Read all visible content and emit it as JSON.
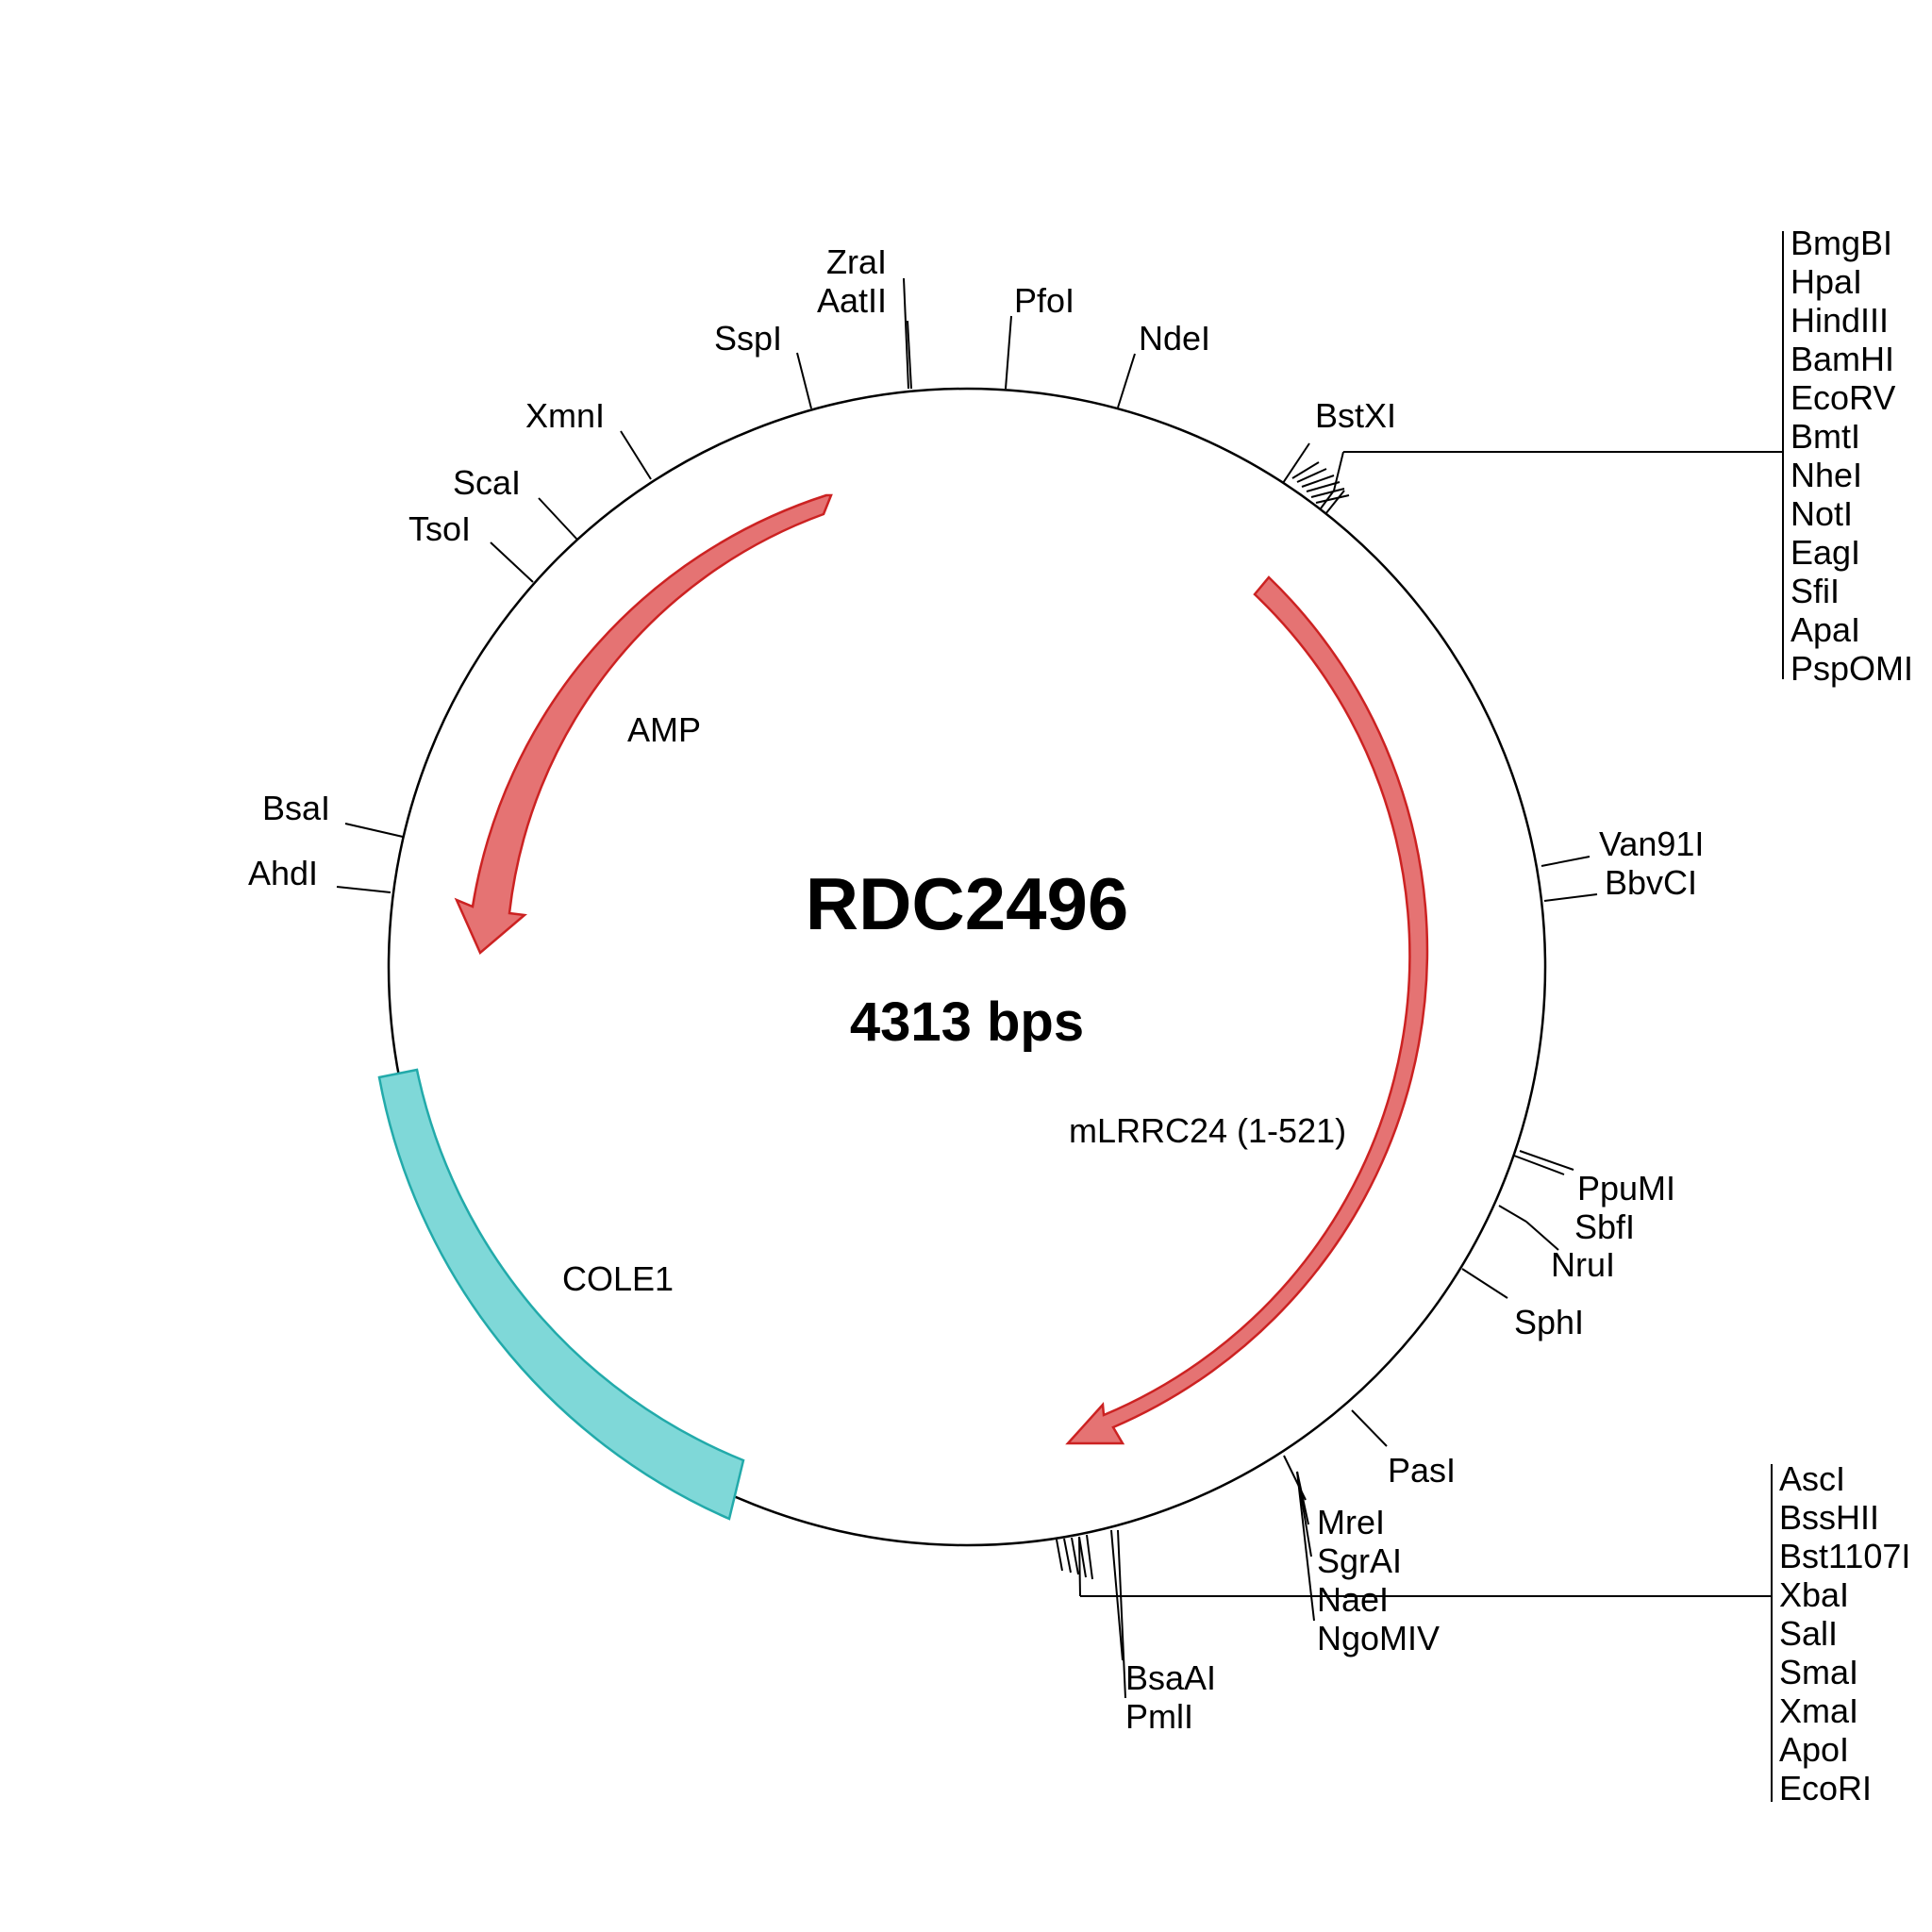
{
  "plasmid": {
    "name": "RDC2496",
    "size_label": "4313 bps"
  },
  "features": [
    {
      "id": "amp",
      "label": "AMP",
      "type": "arrow",
      "color": "#e57373",
      "stroke": "#cc2222"
    },
    {
      "id": "mlrrc24",
      "label": "mLRRC24 (1-521)",
      "type": "arrow",
      "color": "#e57373",
      "stroke": "#cc2222"
    },
    {
      "id": "cole1",
      "label": "COLE1",
      "type": "block",
      "color": "#7fd8d8",
      "stroke": "#22aaaa"
    }
  ],
  "sites": {
    "zrai": "ZraI",
    "aatii": "AatII",
    "pfoi": "PfoI",
    "ndei": "NdeI",
    "sspi": "SspI",
    "xmni": "XmnI",
    "scai": "ScaI",
    "tsoi": "TsoI",
    "bsai": "BsaI",
    "ahdi": "AhdI",
    "bstxi": "BstXI",
    "van91i": "Van91I",
    "bbvci": "BbvCI",
    "ppumi": "PpuMI",
    "sbfi": "SbfI",
    "nrui": "NruI",
    "sphi": "SphI",
    "pasi": "PasI",
    "mrei": "MreI",
    "sgrai": "SgrAI",
    "naei": "NaeI",
    "ngomiv": "NgoMIV",
    "bsaai": "BsaAI",
    "pmli": "PmlI"
  },
  "mcs_top": [
    "BmgBI",
    "HpaI",
    "HindIII",
    "BamHI",
    "EcoRV",
    "BmtI",
    "NheI",
    "NotI",
    "EagI",
    "SfiI",
    "ApaI",
    "PspOMI"
  ],
  "mcs_bottom": [
    "AscI",
    "BssHII",
    "Bst1107I",
    "XbaI",
    "SalI",
    "SmaI",
    "XmaI",
    "ApoI",
    "EcoRI"
  ]
}
